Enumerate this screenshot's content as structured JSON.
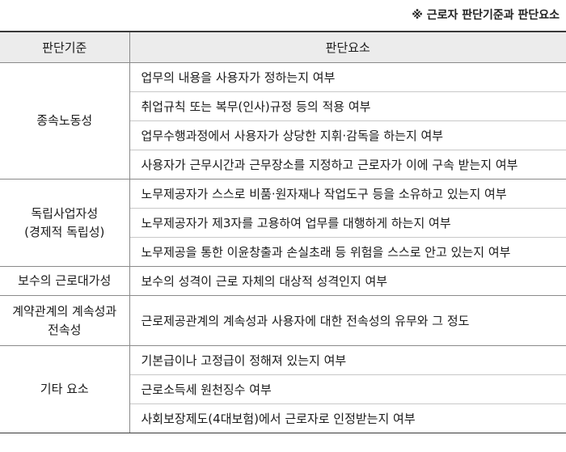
{
  "note": "※ 근로자 판단기준과 판단요소",
  "headers": {
    "criteria": "판단기준",
    "factors": "판단요소"
  },
  "rows": [
    {
      "category": [
        "종속노동성"
      ],
      "items": [
        "업무의 내용을 사용자가 정하는지 여부",
        "취업규칙 또는 복무(인사)규정 등의 적용 여부",
        "업무수행과정에서 사용자가 상당한 지휘·감독을 하는지 여부",
        "사용자가 근무시간과 근무장소를 지정하고 근로자가 이에 구속 받는지 여부"
      ]
    },
    {
      "category": [
        "독립사업자성",
        "(경제적 독립성)"
      ],
      "items": [
        "노무제공자가 스스로 비품·원자재나 작업도구 등을 소유하고 있는지 여부",
        "노무제공자가 제3자를 고용하여 업무를 대행하게 하는지 여부",
        "노무제공을 통한 이윤창출과 손실초래 등 위험을 스스로 안고 있는지 여부"
      ]
    },
    {
      "category": [
        "보수의 근로대가성"
      ],
      "items": [
        "보수의 성격이 근로 자체의 대상적 성격인지 여부"
      ]
    },
    {
      "category": [
        "계약관계의 계속성과",
        "전속성"
      ],
      "items": [
        "근로제공관계의 계속성과 사용자에 대한 전속성의 유무와 그 정도"
      ]
    },
    {
      "category": [
        "기타 요소"
      ],
      "items": [
        "기본급이나 고정급이 정해져 있는지 여부",
        "근로소득세 원천징수 여부",
        "사회보장제도(4대보험)에서 근로자로 인정받는지 여부"
      ]
    }
  ]
}
